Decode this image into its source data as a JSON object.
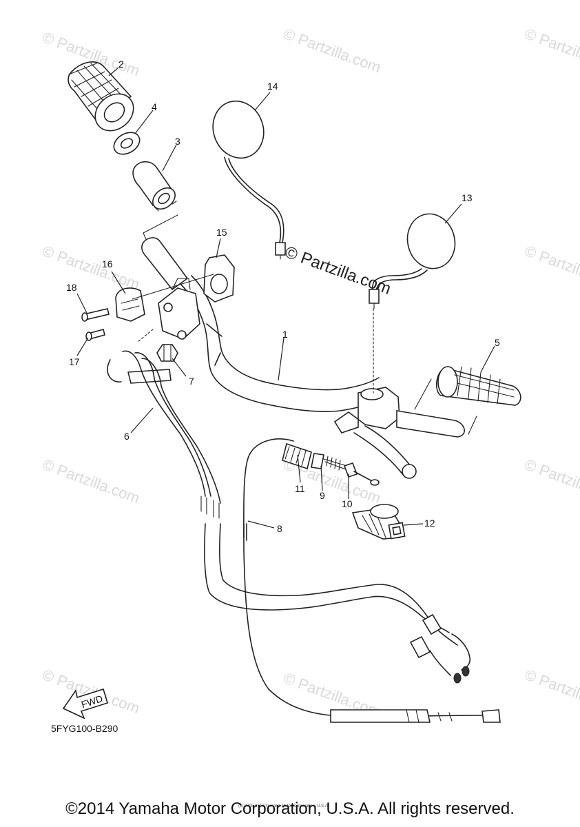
{
  "watermark": {
    "text": "© Partzilla.com"
  },
  "part_labels": [
    {
      "id": "1",
      "text": "1"
    },
    {
      "id": "2",
      "text": "2"
    },
    {
      "id": "3",
      "text": "3"
    },
    {
      "id": "4",
      "text": "4"
    },
    {
      "id": "5",
      "text": "5"
    },
    {
      "id": "6",
      "text": "6"
    },
    {
      "id": "7",
      "text": "7"
    },
    {
      "id": "8",
      "text": "8"
    },
    {
      "id": "9",
      "text": "9"
    },
    {
      "id": "10",
      "text": "10"
    },
    {
      "id": "11",
      "text": "11"
    },
    {
      "id": "12",
      "text": "12"
    },
    {
      "id": "13",
      "text": "13"
    },
    {
      "id": "14",
      "text": "14"
    },
    {
      "id": "15",
      "text": "15"
    },
    {
      "id": "16",
      "text": "16"
    },
    {
      "id": "17",
      "text": "17"
    },
    {
      "id": "18",
      "text": "18"
    }
  ],
  "fwd_label": "FWD",
  "diagram_code": "5FYG100-B290",
  "small_notice": "(c) 2005-2016 Yamaha Motor Corporation, U.S.A.",
  "copyright": "©2014 Yamaha Motor Corporation, U.S.A. All rights reserved."
}
